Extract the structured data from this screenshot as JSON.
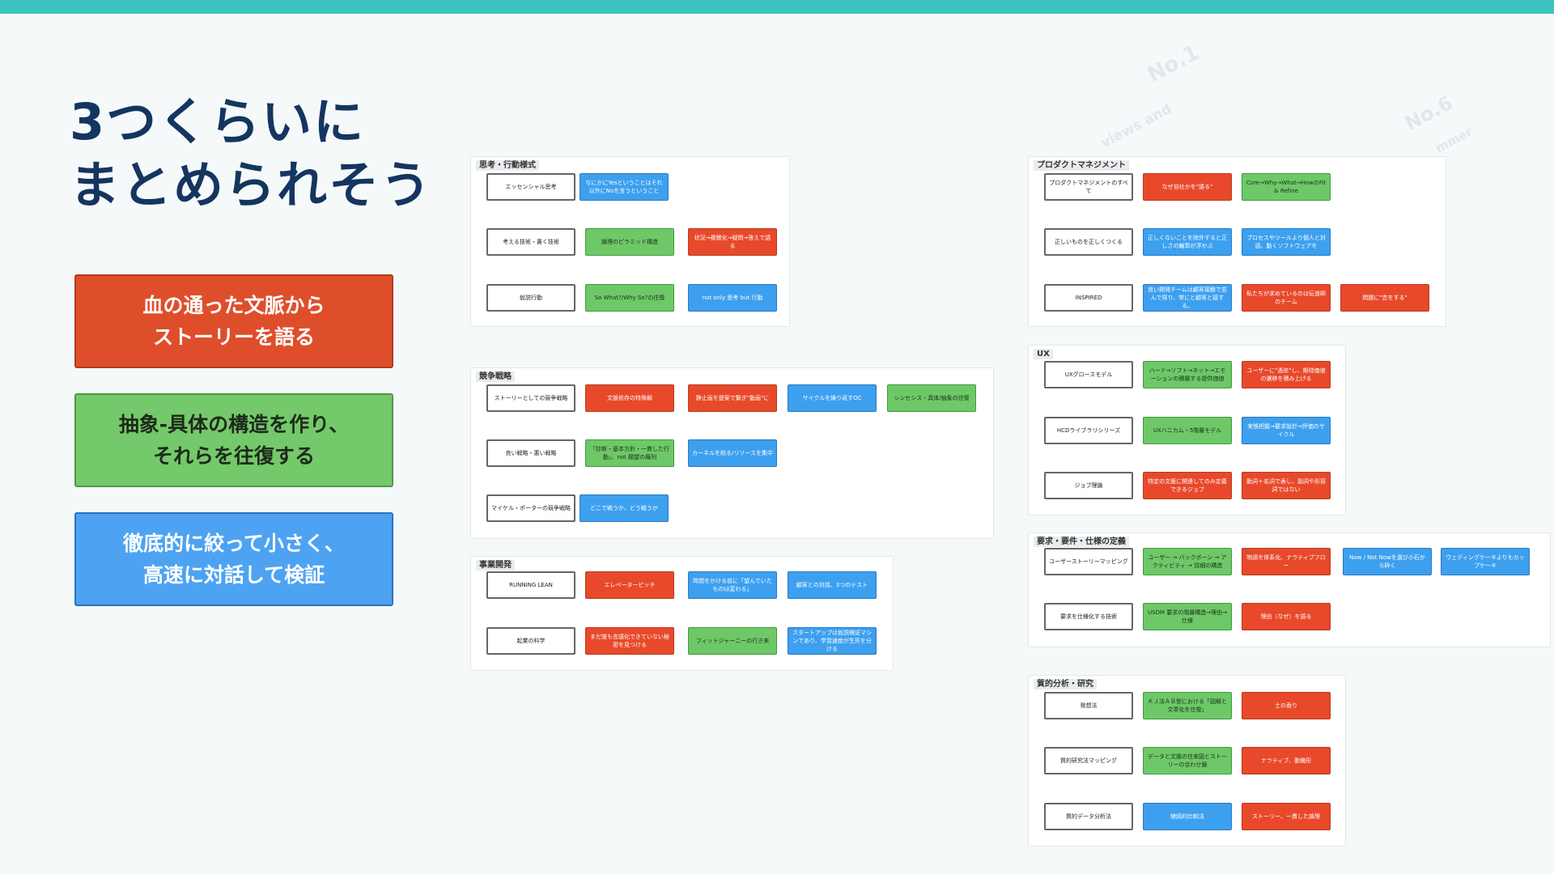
{
  "title": {
    "line1": "3つくらいに",
    "line2": "まとめられそう"
  },
  "summary": [
    {
      "line1": "血の通った文脈から",
      "line2": "ストーリーを語る",
      "color": "#df4e2b"
    },
    {
      "line1": "抽象-具体の構造を作り、",
      "line2": "それらを往復する",
      "color": "#74c96a"
    },
    {
      "line1": "徹底的に絞って小さく、",
      "line2": "高速に対話して検証",
      "color": "#4da3f2"
    }
  ],
  "deco": {
    "d1": "No.1",
    "d2": "views and",
    "d3": "No.6",
    "d4": "mmer"
  },
  "colors": {
    "red": "#e8492b",
    "green": "#6fc868",
    "blue": "#3da0ef",
    "accent": "#3cc3bf",
    "title": "#14355f"
  },
  "panels": {
    "thinking": {
      "title": "思考・行動様式",
      "nodes": [
        "エッセンシャル思考",
        "なにかにYesということはそれ以外にNoを言うということ",
        "考える技術・書く技術",
        "論理のピラミッド構造",
        "状況→複雑化→疑問→答えで語る",
        "仮説行動",
        "So What?/Why So?の往復",
        "not only 思考 but 行動"
      ]
    },
    "competition": {
      "title": "競争戦略",
      "nodes": [
        "ストーリーとしての競争戦略",
        "文脈依存の特殊解",
        "静止画を提案で繋ぎ\"動画\"に",
        "サイクルを繰り返すOC",
        "シンセシス・具体/抽象の往復",
        "良い戦略・悪い戦略",
        "「診断・基本方針・一貫した行動」、not 願望の羅列",
        "カーネルを絞る/リソースを集中",
        "マイケル・ポーターの競争戦略",
        "どこで戦うか、どう戦うか"
      ]
    },
    "business": {
      "title": "事業開発",
      "nodes": [
        "RUNNING LEAN",
        "エレベーターピッチ",
        "時間をかける前に「望んでいたものは変わる」",
        "顧客との対話、3つのテスト",
        "起業の科学",
        "まだ誰も言語化できていない秘密を見つける",
        "フィットジャーニーの行き来",
        "スタートアップは仮説検証マシンであり、学習速度が生死を分ける"
      ]
    },
    "product": {
      "title": "プロダクトマネジメント",
      "nodes": [
        "プロダクトマネジメントのすべて",
        "なぜ自社かを\"語る\"",
        "Core→Why→What→HowのFit & Refine",
        "正しいものを正しくつくる",
        "正しくないことを除外すると正しさの輪郭が浮かぶ",
        "プロセスやツールより個人と対話、動くソフトウェアを",
        "INSPIRED",
        "良い開発チームは顧客接触で並んで探り、常にと顧客と接する。",
        "私たちが求めているのは伝道師のチーム",
        "問題に\"恋をする\""
      ]
    },
    "ux": {
      "title": "UX",
      "nodes": [
        "UXグロースモデル",
        "ハード→ソフト→ネット→エモーションの積層する提供価値",
        "ユーザーに\"憑依\"し、期待価値の遷移を積み上げる",
        "HCDライブラリシリーズ",
        "UXハニカム・5階層モデル",
        "実態把握→要求設計→評価のサイクル",
        "ジョブ理論",
        "特定の文脈に関連してのみ定義できるジョブ",
        "動詞＋名詞で表し、副詞や形容詞ではない"
      ]
    },
    "requirements": {
      "title": "要求・要件・仕様の定義",
      "nodes": [
        "ユーザーストーリーマッピング",
        "ユーザー → バックボーン → アクティビティ → 詳細の構造",
        "物語を体系化、ナラティブフロー",
        "Now / Not Nowを選び小石から砕く",
        "ウェディングケーキよりもカップケーキ",
        "要求を仕様化する技術",
        "USDM 要求の階層構造→理由→仕様",
        "理由（なぜ）を語る"
      ]
    },
    "qualitative": {
      "title": "質的分析・研究",
      "nodes": [
        "発想法",
        "ＫＪ法ＡＢ型における「図解と文章化を往復」",
        "土の香り",
        "質的研究法マッピング",
        "データと文脈の往来図とストーリーの合わせ鏡",
        "ナラティブ、動機形",
        "質的データ分析法",
        "継続的比較法",
        "ストーリー、一貫した論理"
      ]
    }
  }
}
